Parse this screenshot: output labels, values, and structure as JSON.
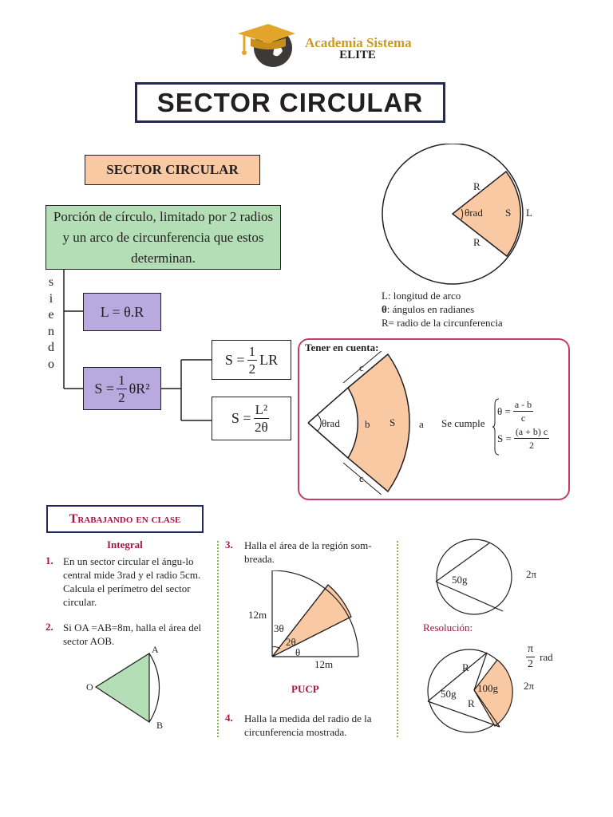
{
  "header": {
    "brand_line1": "Academia Sistema",
    "brand_line2": "ELITE"
  },
  "page_title": "SECTOR CIRCULAR",
  "concept": {
    "box_label": "SECTOR CIRCULAR",
    "definition": "Porción de círculo, limitado por 2 radios y un arco de circunferencia que estos determinan.",
    "siendo_letters": [
      "s",
      "i",
      "e",
      "n",
      "d",
      "o"
    ],
    "formula_L": "L = θ.R",
    "formula_S_main": {
      "lhs": "S =",
      "num": "1",
      "den": "2",
      "rhs": "θR²"
    },
    "formula_S_LR": {
      "lhs": "S =",
      "num": "1",
      "den": "2",
      "rhs": "LR"
    },
    "formula_S_L2": {
      "lhs": "S =",
      "num": "L²",
      "den": "2θ"
    }
  },
  "diagram_main": {
    "label_R_top": "R",
    "label_R_bottom": "R",
    "label_theta": "θrad",
    "label_S": "S",
    "label_L": "L"
  },
  "legend": {
    "line1": "L: longitud de arco",
    "line2_symbol": "θ",
    "line2_text": ": ángulos en radianes",
    "line3": "R= radio de la circunferencia"
  },
  "note": {
    "title": "Tener en cuenta:",
    "label_c_top": "c",
    "label_c_bottom": "c",
    "label_theta": "θrad",
    "label_b": "b",
    "label_S": "S",
    "label_a": "a",
    "se_cumple": "Se cumple",
    "theta_eq": {
      "lhs": "θ =",
      "num": "a - b",
      "den": "c"
    },
    "s_eq": {
      "lhs": "S =",
      "num": "(a + b) c",
      "den": "2"
    }
  },
  "working": {
    "heading": "Trabajando en clase",
    "integral": "Integral",
    "problems": [
      {
        "num": "1.",
        "text": "En un sector circular el ángu-lo central mide 3rad y el radio 5cm. Calcula el perímetro del sector circular."
      },
      {
        "num": "2.",
        "text": "Si OA =AB=8m, halla el área del sector AOB."
      },
      {
        "num": "3.",
        "text": "Halla el área de la región som-breada."
      },
      {
        "num": "4.",
        "text": "Halla la medida del radio de la circunferencia mostrada."
      }
    ],
    "fig2": {
      "O": "O",
      "A": "A",
      "B": "B"
    },
    "fig3": {
      "len_left": "12m",
      "len_bottom": "12m",
      "a3": "3θ",
      "a2": "2θ",
      "a1": "θ"
    },
    "pucp": "PUCP",
    "fig4": {
      "angle": "50g",
      "pi": "2π"
    },
    "resolucion": "Resolución:",
    "fig5": {
      "R1": "R",
      "R2": "R",
      "angle1": "50g",
      "angle2": "100g",
      "pi_num": "π",
      "rad": "rad",
      "pi_den": "2",
      "twopi": "2π"
    }
  },
  "colors": {
    "orange": "#f9c9a3",
    "green": "#b4dfb6",
    "purple": "#b9a9de",
    "navy": "#22285a",
    "magenta": "#c43d6b",
    "maroon": "#a3163f",
    "gold": "#c89a2a"
  }
}
